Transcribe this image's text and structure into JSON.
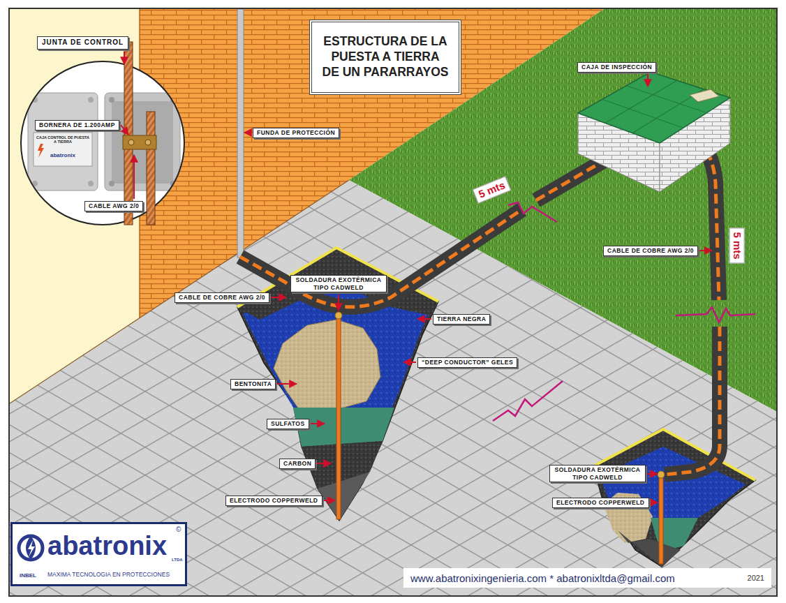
{
  "diagram": {
    "title": "ESTRUCTURA DE LA PUESTA A TIERRA DE UN PARARRAYOS",
    "nodes": [
      {
        "text": [
          "JUNTA DE CONTROL"
        ]
      },
      {
        "text": [
          "BORNERA DE 1.200AMP"
        ]
      },
      {
        "text": [
          "CABLE AWG 2/0"
        ]
      },
      {
        "text": [
          "FUNDA DE PROTECCIÓN"
        ]
      },
      {
        "text": [
          "CAJA DE INSPECCIÓN"
        ]
      },
      {
        "text": [
          "5 mts"
        ]
      },
      {
        "text": [
          "5 mts"
        ]
      },
      {
        "text": [
          "CABLE DE COBRE AWG 2/0"
        ]
      },
      {
        "text": [
          "SOLDADURA EXOTÉRMICA TIPO CADWELD"
        ]
      },
      {
        "text": [
          "CABLE DE COBRE AWG 2/0"
        ]
      },
      {
        "text": [
          "TIERRA NEGRA"
        ]
      },
      {
        "text": [
          "“DEEP CONDUCTOR” GELES"
        ]
      },
      {
        "text": [
          "BENTONITA"
        ]
      },
      {
        "text": [
          "SULFATOS"
        ]
      },
      {
        "text": [
          "CARBON"
        ]
      },
      {
        "text": [
          "SOLDADURA EXOTÉRMICA TIPO CADWELD"
        ]
      },
      {
        "text": [
          "ELECTRODO COPPERWELD"
        ]
      },
      {
        "text": [
          "ELECTRODO COPPERWELD"
        ]
      },
      {
        "text": [
          "abatronix",
          "©",
          "LTDA",
          "INBEL",
          "MAXIMA TECNOLOGIA EN PROTECCIONES"
        ]
      },
      {
        "text": [
          "www.abatronixingenieria.com * abatronixltda@gmail.com",
          "2021"
        ]
      }
    ],
    "labels": [
      "CAJA CONTROL DE PUESTA A TIERRA",
      "abatronix"
    ]
  }
}
